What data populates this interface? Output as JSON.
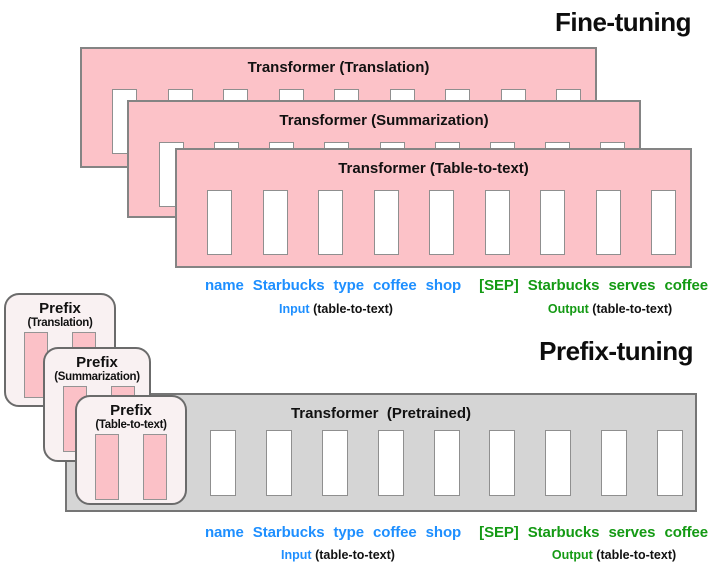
{
  "titles": {
    "fine_tuning": "Fine-tuning",
    "prefix_tuning": "Prefix-tuning"
  },
  "fine_tuning": {
    "transformers": [
      {
        "label": "Transformer (Translation)"
      },
      {
        "label": "Transformer (Summarization)"
      },
      {
        "label": "Transformer (Table-to-text)"
      }
    ],
    "slot_count": 9
  },
  "prefix_tuning": {
    "prefixes": [
      {
        "title": "Prefix",
        "subtitle": "(Translation)"
      },
      {
        "title": "Prefix",
        "subtitle": "(Summarization)"
      },
      {
        "title": "Prefix",
        "subtitle": "(Table-to-text)"
      }
    ],
    "prefix_bar_count": 2,
    "transformer_label": "Transformer  (Pretrained)",
    "slot_count": 9
  },
  "tokens": {
    "input": "name Starbucks type coffee shop",
    "output": "[SEP] Starbucks serves coffee",
    "input_label": "Input",
    "output_label": "Output",
    "label_suffix": "(table-to-text)"
  },
  "colors": {
    "transformer_pink": "#fcc2c8",
    "transformer_border": "#848484",
    "pretrained_gray": "#d5d5d5",
    "pretrained_border": "#757575",
    "prefix_fill": "#f9f1f2",
    "prefix_border": "#6b6b6b",
    "prefix_bar_pink": "#fbc1c7",
    "slot_white": "#ffffff",
    "input_blue": "#1e8fff",
    "output_green": "#149a14"
  }
}
